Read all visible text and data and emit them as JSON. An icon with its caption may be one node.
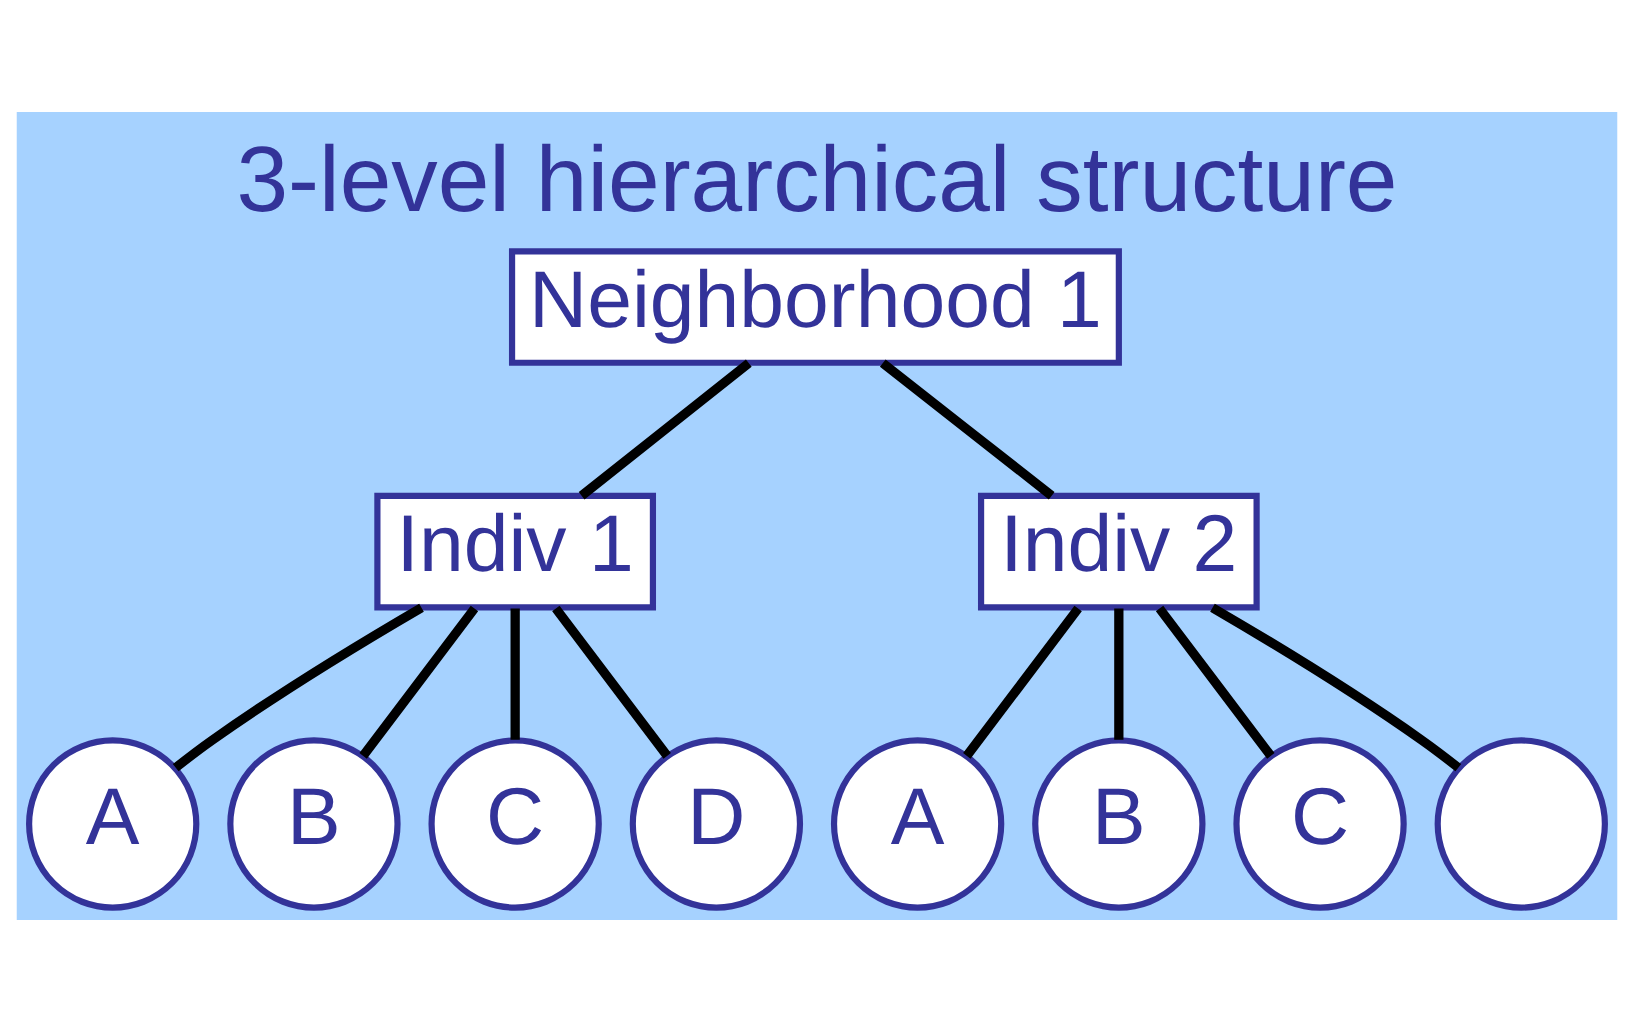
{
  "diagram": {
    "title": "3-level hierarchical structure",
    "nodes": [
      {
        "text": [
          "Neighborhood 1"
        ]
      },
      {
        "text": [
          "Indiv 1"
        ]
      },
      {
        "text": [
          "Indiv 2"
        ]
      },
      {
        "text": [
          "A"
        ]
      },
      {
        "text": [
          "B"
        ]
      },
      {
        "text": [
          "C"
        ]
      },
      {
        "text": [
          "D"
        ]
      },
      {
        "text": [
          "A"
        ]
      },
      {
        "text": [
          "B"
        ]
      },
      {
        "text": [
          "C"
        ]
      },
      {
        "text": [],
        "shape": "circle"
      }
    ],
    "edges": [
      {
        "from": 0,
        "to": 1,
        "arrow": "none"
      },
      {
        "from": 0,
        "to": 2,
        "arrow": "none"
      },
      {
        "from": 1,
        "to": 3,
        "arrow": "none"
      },
      {
        "from": 1,
        "to": 4,
        "arrow": "none"
      },
      {
        "from": 1,
        "to": 5,
        "arrow": "none"
      },
      {
        "from": 1,
        "to": 6,
        "arrow": "none"
      },
      {
        "from": 2,
        "to": 7,
        "arrow": "none"
      },
      {
        "from": 2,
        "to": 8,
        "arrow": "none"
      },
      {
        "from": 2,
        "to": 9,
        "arrow": "none"
      },
      {
        "from": 2,
        "to": 10,
        "arrow": "none"
      }
    ]
  }
}
